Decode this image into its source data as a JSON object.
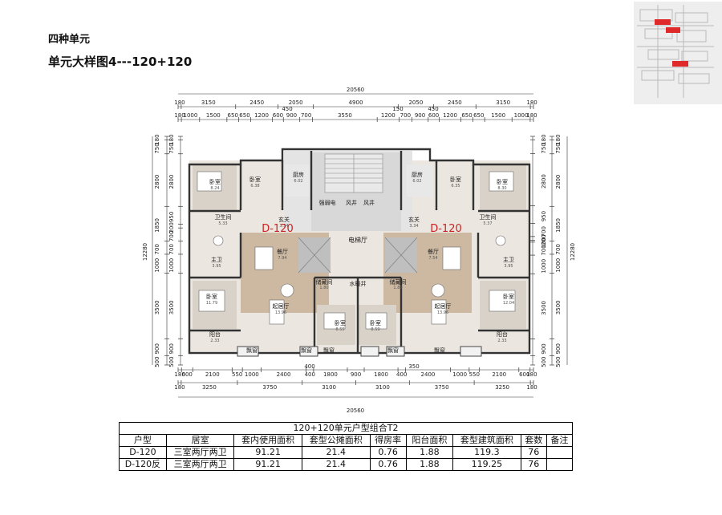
{
  "header": {
    "section": "四种单元",
    "subtitle": "单元大样图4---120+120"
  },
  "colors": {
    "red": "#cc2222",
    "wall": "#3a3a3a",
    "floor": "#cfc8bf",
    "core": "#d6d6d6",
    "dim": "#333333"
  },
  "dims": {
    "total": "20560",
    "top_row1": [
      "180",
      "3150",
      "2450",
      "2050",
      "4900",
      "2050",
      "2450",
      "3150",
      "180"
    ],
    "top_mid": [
      "450",
      "150",
      "450"
    ],
    "top_row2": [
      "180",
      "1000",
      "1500",
      "650",
      "650",
      "1200",
      "600",
      "900",
      "700",
      "3550",
      "1200",
      "700",
      "900",
      "600",
      "1200",
      "650",
      "650",
      "1500",
      "1000",
      "180"
    ],
    "bottom_row1": [
      "180",
      "600",
      "2100",
      "550",
      "1000",
      "2400",
      "400",
      "1800",
      "900",
      "1800",
      "400",
      "2400",
      "1000",
      "550",
      "2100",
      "600",
      "180"
    ],
    "bottom_mid": [
      "400",
      "350"
    ],
    "bottom_row2": [
      "180",
      "3250",
      "3750",
      "3100",
      "3100",
      "3750",
      "3250",
      "180"
    ],
    "left_outer": [
      "180",
      "750",
      "2800",
      "1850",
      "700",
      "1000",
      "3500",
      "900",
      "500"
    ],
    "left_inner": [
      "180",
      "750",
      "2800",
      "950",
      "200",
      "700",
      "700",
      "1000",
      "3500",
      "900",
      "500"
    ],
    "left_total": "12280",
    "right_outer": [
      "180",
      "750",
      "2800",
      "1850",
      "700",
      "1000",
      "3500",
      "900",
      "500"
    ],
    "right_inner": [
      "180",
      "750",
      "2800",
      "950",
      "700",
      "200",
      "100",
      "700",
      "1000",
      "3500",
      "900",
      "500"
    ],
    "right_total": "12280"
  },
  "rooms": {
    "bedroom": "卧室",
    "kitchen": "厨房",
    "wc": "卫生间",
    "master_wc": "主卫",
    "dining": "餐厅",
    "living": "起居厅",
    "balcony": "阳台",
    "foyer": "玄关",
    "storage": "储藏间",
    "elevator_hall": "电梯厅",
    "elec": "强弱电",
    "air_shaft": "风井",
    "water_shaft": "水暖井",
    "bay": "飘窗",
    "areas": {
      "bed_nw": "8.24",
      "bed_n2": "6.38",
      "kitchen": "6.02",
      "bed_n2_r": "6.35",
      "bed_ne": "8.30",
      "wc": "5.33",
      "wc_r": "5.37",
      "master_wc": "3.95",
      "master_wc_r": "3.95",
      "dining": "7.94",
      "dining_r": "7.54",
      "foyer": "3.34",
      "foyer_r": "3.34",
      "storage": "1.80",
      "storage_r": "1.80",
      "bed_sw": "11.79",
      "bed_se": "12.04",
      "living": "13.96",
      "living_r": "13.96",
      "bed_s": "8.55",
      "bed_s_r": "8.59",
      "balcony": "2.33",
      "balcony_r": "2.33"
    }
  },
  "units": {
    "left": "D-120",
    "right": "D-120"
  },
  "table": {
    "title": "120+120单元户型组合T2",
    "headers": [
      "户型",
      "居室",
      "套内使用面积",
      "套型公摊面积",
      "得房率",
      "阳台面积",
      "套型建筑面积",
      "套数",
      "备注"
    ],
    "rows": [
      [
        "D-120",
        "三室两厅两卫",
        "91.21",
        "21.4",
        "0.76",
        "1.88",
        "119.3",
        "76",
        ""
      ],
      [
        "D-120反",
        "三室两厅两卫",
        "91.21",
        "21.4",
        "0.76",
        "1.88",
        "119.25",
        "76",
        ""
      ]
    ]
  }
}
